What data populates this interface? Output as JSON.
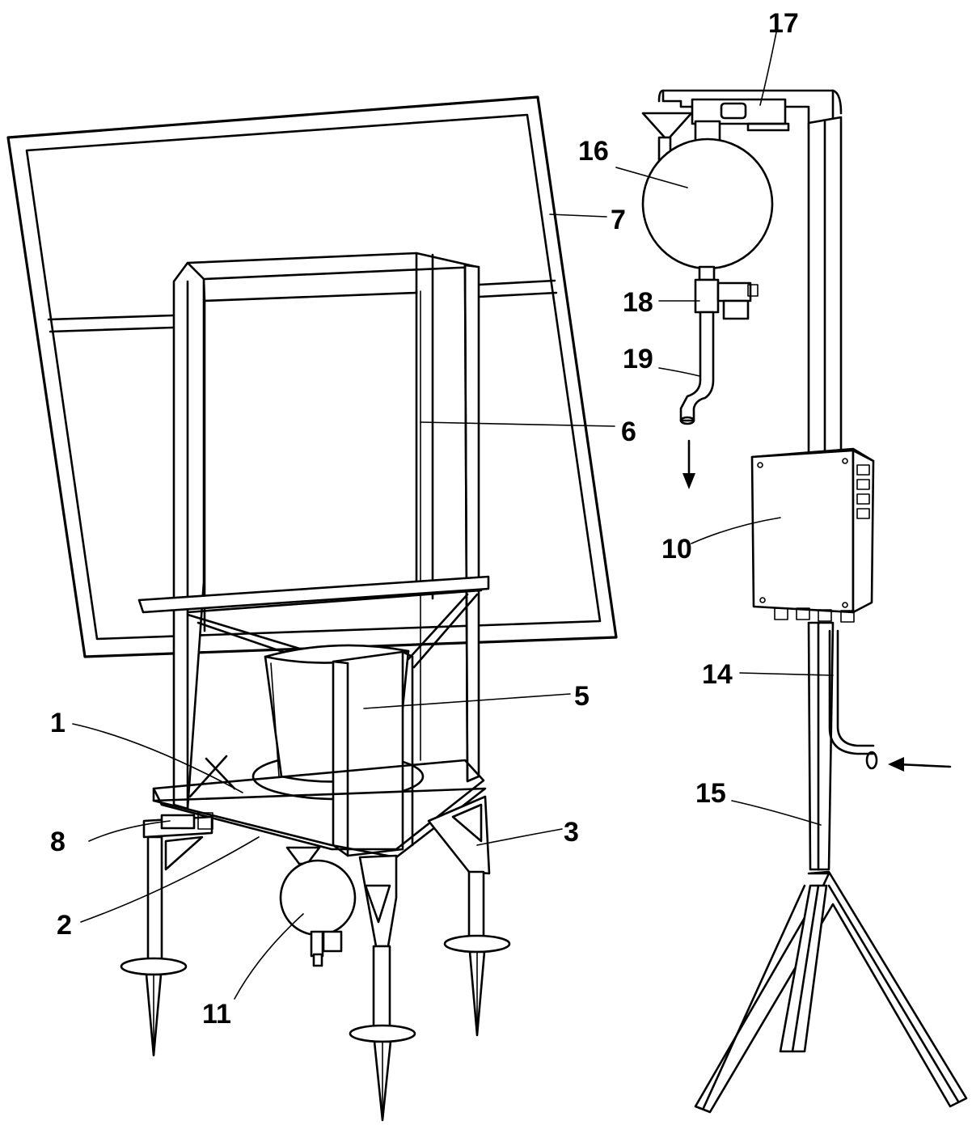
{
  "labels": {
    "l1": "1",
    "l2": "2",
    "l3": "3",
    "l5": "5",
    "l6": "6",
    "l7": "7",
    "l8": "8",
    "l10": "10",
    "l11": "11",
    "l14": "14",
    "l15": "15",
    "l16": "16",
    "l17": "17",
    "l18": "18",
    "l19": "19"
  },
  "colors": {
    "line": "#000000",
    "paper": "#ffffff"
  }
}
